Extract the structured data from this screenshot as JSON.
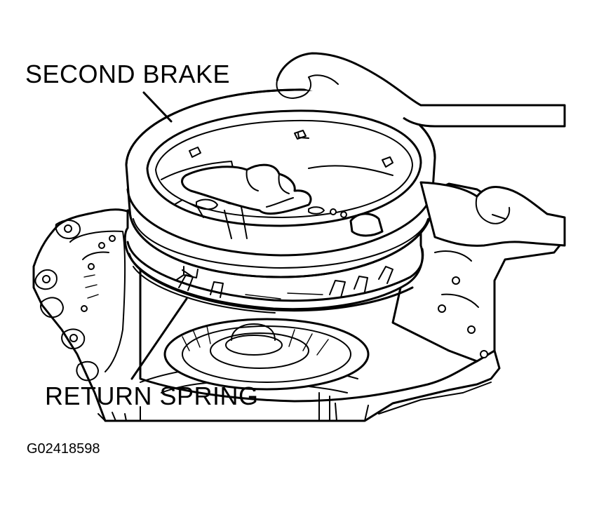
{
  "labels": {
    "second_brake": "SECOND BRAKE",
    "return_spring": "RETURN SPRING",
    "figure_id": "G02418598"
  }
}
